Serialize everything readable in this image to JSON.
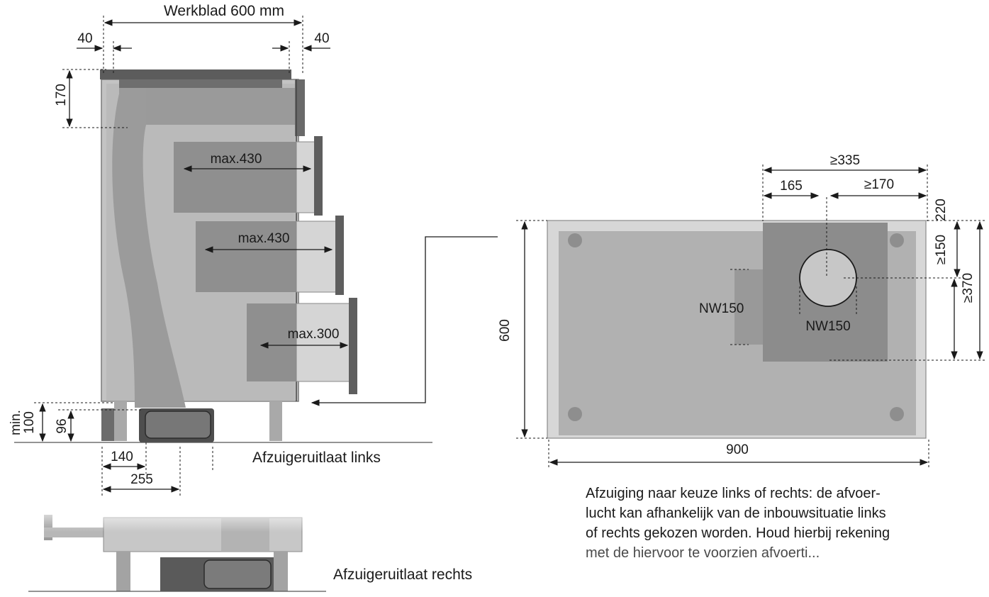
{
  "header_fragment": "",
  "side_view": {
    "worktop_label": "Werkblad 600 mm",
    "dim_left_offset": "40",
    "dim_right_offset": "40",
    "dim_top_height": "170",
    "drawer1": "max.430",
    "drawer2": "max.430",
    "drawer3": "max.300",
    "plinth_min_label": "min. 100",
    "plinth_min": "min.",
    "plinth_min_value": "100",
    "plinth_96": "96",
    "dim_140": "140",
    "dim_255": "255",
    "outlet_left_label": "Afzuigeruitlaat links"
  },
  "bottom_view": {
    "outlet_right_label": "Afzuigeruitlaat rechts"
  },
  "top_view": {
    "width": "900",
    "depth": "600",
    "dim_335": "≥335",
    "dim_165": "165",
    "dim_170": "≥170",
    "dim_150": "≥150",
    "dim_220": "220",
    "dim_370": "≥370",
    "nw_left": "NW150",
    "nw_center": "NW150"
  },
  "note": {
    "lines": [
      "Afzuiging naar keuze links of rechts: de afvoer-",
      "lucht kan afhankelijk van de inbouwsituatie links",
      "of rechts gekozen worden. Houd hierbij rekening",
      "met de hiervoor te voorzien afvoerti..."
    ]
  },
  "colors": {
    "cabinet": "#b9b9b9",
    "drawer": "#8f8f8f",
    "duct": "#9d9d9d",
    "worktop": "#5a5a5a",
    "line": "#1a1a1a"
  }
}
